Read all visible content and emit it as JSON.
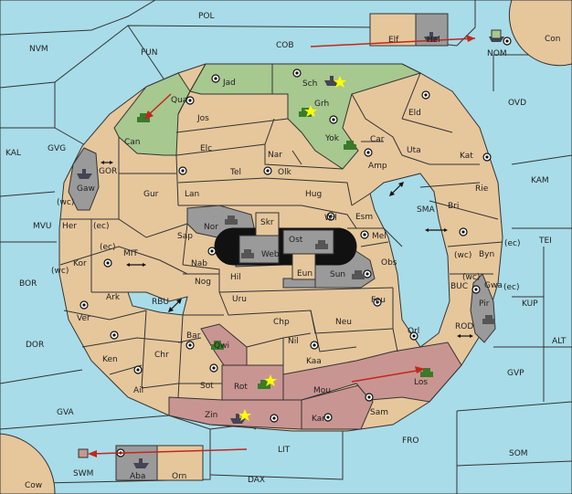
{
  "map": {
    "colors": {
      "sea": "#a8dce8",
      "land": "#e6c79c",
      "power_green": "#a7c88f",
      "power_red": "#c99592",
      "power_grey": "#9a9a9a",
      "order_arrow": "#c0281e"
    },
    "sea_regions": [
      {
        "id": "pol",
        "label": "POL"
      },
      {
        "id": "nvm",
        "label": "NVM"
      },
      {
        "id": "fun",
        "label": "FUN"
      },
      {
        "id": "cob",
        "label": "COB"
      },
      {
        "id": "kal",
        "label": "KAL"
      },
      {
        "id": "gvg",
        "label": "GVG"
      },
      {
        "id": "gor",
        "label": "GOR"
      },
      {
        "id": "mvu",
        "label": "MVU"
      },
      {
        "id": "mit",
        "label": "MIT"
      },
      {
        "id": "bor",
        "label": "BOR"
      },
      {
        "id": "rbu",
        "label": "RBU"
      },
      {
        "id": "dor",
        "label": "DOR"
      },
      {
        "id": "gva",
        "label": "GVA"
      },
      {
        "id": "lit",
        "label": "LIT"
      },
      {
        "id": "dax",
        "label": "DAX"
      },
      {
        "id": "fro",
        "label": "FRO"
      },
      {
        "id": "som",
        "label": "SOM"
      },
      {
        "id": "gvp",
        "label": "GVP"
      },
      {
        "id": "alt",
        "label": "ALT"
      },
      {
        "id": "kup",
        "label": "KUP"
      },
      {
        "id": "tei",
        "label": "TEI"
      },
      {
        "id": "kam",
        "label": "KAM"
      },
      {
        "id": "ovd",
        "label": "OVD"
      },
      {
        "id": "nom",
        "label": "NOM"
      },
      {
        "id": "con",
        "label": "Con"
      },
      {
        "id": "sma",
        "label": "SMA"
      },
      {
        "id": "buc",
        "label": "BUC"
      },
      {
        "id": "rod",
        "label": "ROD"
      },
      {
        "id": "swm",
        "label": "SWM"
      },
      {
        "id": "cow",
        "label": "Cow"
      }
    ],
    "land_regions": [
      {
        "id": "jad",
        "label": "Jad"
      },
      {
        "id": "sch",
        "label": "Sch"
      },
      {
        "id": "qua",
        "label": "Qua"
      },
      {
        "id": "can",
        "label": "Can"
      },
      {
        "id": "jos",
        "label": "Jos"
      },
      {
        "id": "grh",
        "label": "Grh"
      },
      {
        "id": "eld",
        "label": "Eld"
      },
      {
        "id": "yok",
        "label": "Yok"
      },
      {
        "id": "car",
        "label": "Car"
      },
      {
        "id": "elc",
        "label": "Elc"
      },
      {
        "id": "nar",
        "label": "Nar"
      },
      {
        "id": "uta",
        "label": "Uta"
      },
      {
        "id": "kat",
        "label": "Kat"
      },
      {
        "id": "tel",
        "label": "Tel"
      },
      {
        "id": "olk",
        "label": "Olk"
      },
      {
        "id": "amp",
        "label": "Amp"
      },
      {
        "id": "gaw",
        "label": "Gaw"
      },
      {
        "id": "gur",
        "label": "Gur"
      },
      {
        "id": "lan",
        "label": "Lan"
      },
      {
        "id": "hug",
        "label": "Hug"
      },
      {
        "id": "rie",
        "label": "Rie"
      },
      {
        "id": "bri",
        "label": "Bri"
      },
      {
        "id": "wil",
        "label": "Wil"
      },
      {
        "id": "esm",
        "label": "Esm"
      },
      {
        "id": "nor",
        "label": "Nor"
      },
      {
        "id": "skr",
        "label": "Skr"
      },
      {
        "id": "her",
        "label": "Her"
      },
      {
        "id": "sap",
        "label": "Sap"
      },
      {
        "id": "ost",
        "label": "Ost"
      },
      {
        "id": "web",
        "label": "Web"
      },
      {
        "id": "mel",
        "label": "Mel"
      },
      {
        "id": "byn",
        "label": "Byn"
      },
      {
        "id": "kor",
        "label": "Kor"
      },
      {
        "id": "nab",
        "label": "Nab"
      },
      {
        "id": "obs",
        "label": "Obs"
      },
      {
        "id": "eun",
        "label": "Eun"
      },
      {
        "id": "sun",
        "label": "Sun"
      },
      {
        "id": "hil",
        "label": "Hil"
      },
      {
        "id": "nog",
        "label": "Nog"
      },
      {
        "id": "gwa",
        "label": "Gwa"
      },
      {
        "id": "ark",
        "label": "Ark"
      },
      {
        "id": "uru",
        "label": "Uru"
      },
      {
        "id": "feu",
        "label": "Feu"
      },
      {
        "id": "pir",
        "label": "Pir"
      },
      {
        "id": "ver",
        "label": "Ver"
      },
      {
        "id": "chp",
        "label": "Chp"
      },
      {
        "id": "neu",
        "label": "Neu"
      },
      {
        "id": "orl",
        "label": "Orl"
      },
      {
        "id": "bar",
        "label": "Bar"
      },
      {
        "id": "qwi",
        "label": "Qwi"
      },
      {
        "id": "nil",
        "label": "Nil"
      },
      {
        "id": "ken",
        "label": "Ken"
      },
      {
        "id": "chr",
        "label": "Chr"
      },
      {
        "id": "kaa",
        "label": "Kaa"
      },
      {
        "id": "rot",
        "label": "Rot"
      },
      {
        "id": "los",
        "label": "Los"
      },
      {
        "id": "ail",
        "label": "Ail"
      },
      {
        "id": "sot",
        "label": "Sot"
      },
      {
        "id": "mou",
        "label": "Mou"
      },
      {
        "id": "zin",
        "label": "Zin"
      },
      {
        "id": "kar",
        "label": "Kar"
      },
      {
        "id": "sam",
        "label": "Sam"
      },
      {
        "id": "elf",
        "label": "Elf"
      },
      {
        "id": "hel",
        "label": "Hel"
      },
      {
        "id": "aba",
        "label": "Aba"
      },
      {
        "id": "orn",
        "label": "Orn"
      }
    ],
    "coast_marks": [
      {
        "id": "her_wc",
        "label": "(wc)"
      },
      {
        "id": "her_ec",
        "label": "(ec)"
      },
      {
        "id": "kor_ec",
        "label": "(ec)"
      },
      {
        "id": "kor_wc",
        "label": "(wc)"
      },
      {
        "id": "byn_wc",
        "label": "(wc)"
      },
      {
        "id": "byn_ec",
        "label": "(ec)"
      },
      {
        "id": "gwa_wc",
        "label": "(wc)"
      },
      {
        "id": "gwa_ec",
        "label": "(ec)"
      }
    ]
  }
}
